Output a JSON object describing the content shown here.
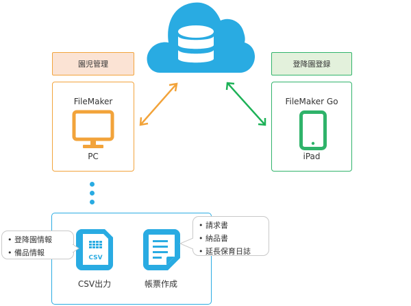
{
  "colors": {
    "cloud": "#29abe2",
    "orange": "#f2a33a",
    "green": "#2fb36a",
    "orange_fill": "#fbe3d4",
    "green_fill": "#e3f1dc"
  },
  "cloud": {
    "icon": "cloud-database-icon"
  },
  "left_node": {
    "label": "園児管理",
    "app": "FileMaker",
    "device": "PC",
    "icon": "monitor-icon"
  },
  "right_node": {
    "label": "登降園登録",
    "app": "FileMaker Go",
    "device": "iPad",
    "icon": "tablet-icon"
  },
  "outputs": {
    "csv": {
      "caption": "CSV出力",
      "icon_text": "CSV",
      "bubble_items": [
        "登降園情報",
        "備品情報"
      ]
    },
    "report": {
      "caption": "帳票作成",
      "bubble_items": [
        "請求書",
        "納品書",
        "延長保育日誌"
      ]
    }
  }
}
